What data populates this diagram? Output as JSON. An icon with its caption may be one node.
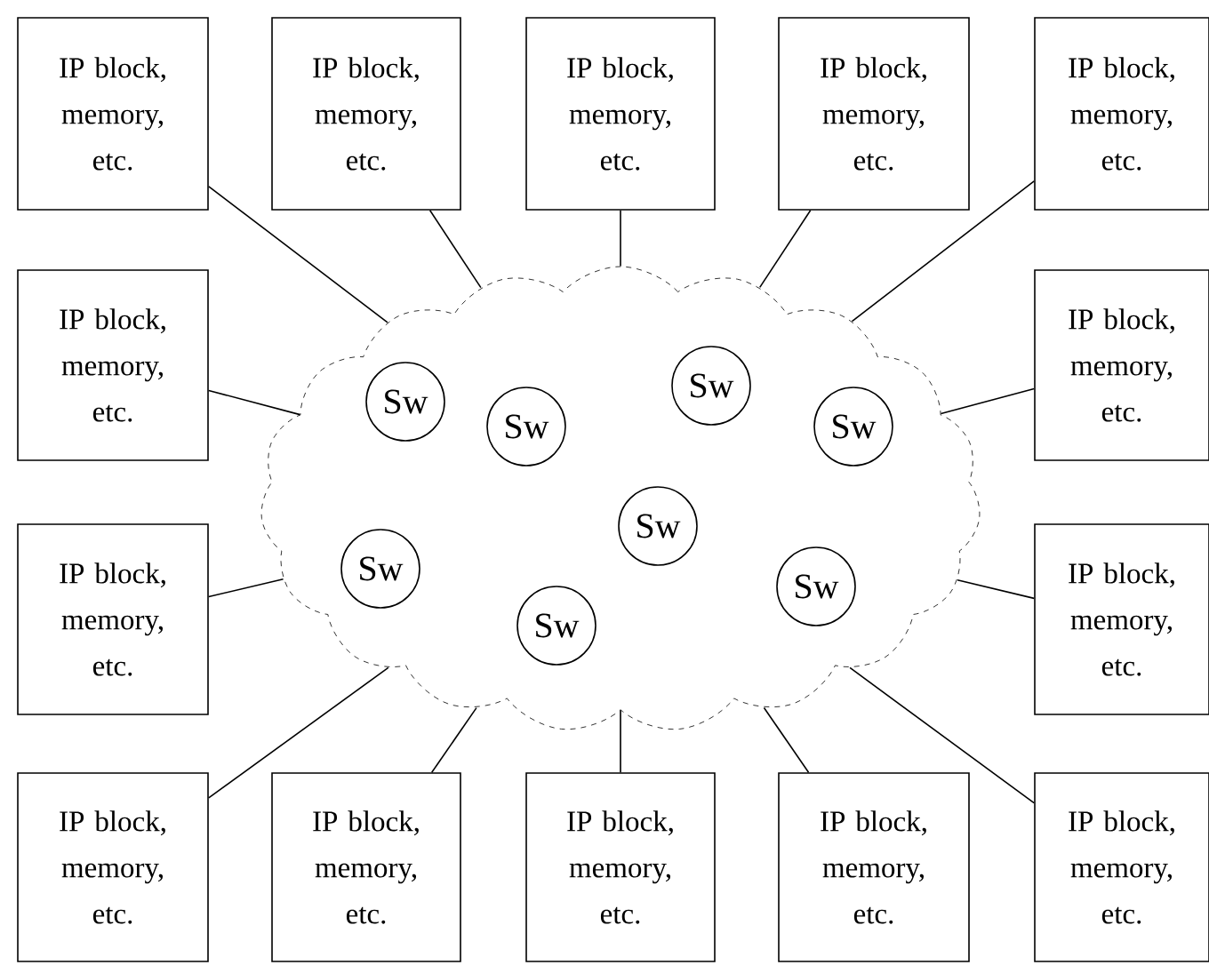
{
  "diagram": {
    "nodes": [
      {
        "text": [
          "IP block, memory, etc."
        ]
      },
      {
        "text": [
          "IP block, memory, etc."
        ]
      },
      {
        "text": [
          "IP block, memory, etc."
        ]
      },
      {
        "text": [
          "IP block, memory, etc."
        ]
      },
      {
        "text": [
          "IP block, memory, etc."
        ]
      },
      {
        "text": [
          "IP block, memory, etc."
        ]
      },
      {
        "text": [
          "IP block, memory, etc."
        ]
      },
      {
        "text": [
          "IP block, memory, etc."
        ]
      },
      {
        "text": [
          "IP block, memory, etc."
        ]
      },
      {
        "text": [
          "IP block, memory, etc."
        ]
      },
      {
        "text": [
          "IP block, memory, etc."
        ]
      },
      {
        "text": [
          "IP block, memory, etc."
        ]
      },
      {
        "text": [
          "IP block, memory, etc."
        ]
      },
      {
        "text": [
          "IP block, memory, etc."
        ]
      },
      {
        "text": [],
        "shape": "cloud"
      },
      {
        "text": [
          "Sw"
        ],
        "in": 14
      },
      {
        "text": [
          "Sw"
        ],
        "in": 14
      },
      {
        "text": [
          "Sw"
        ],
        "in": 14
      },
      {
        "text": [
          "Sw"
        ],
        "in": 14
      },
      {
        "text": [
          "Sw"
        ],
        "in": 14
      },
      {
        "text": [
          "Sw"
        ],
        "in": 14
      },
      {
        "text": [
          "Sw"
        ],
        "in": 14
      },
      {
        "text": [
          "Sw"
        ],
        "in": 14
      }
    ],
    "edges": [
      {
        "from": 0,
        "to": 14,
        "arrow": "none"
      },
      {
        "from": 1,
        "to": 14,
        "arrow": "none"
      },
      {
        "from": 2,
        "to": 14,
        "arrow": "none"
      },
      {
        "from": 3,
        "to": 14,
        "arrow": "none"
      },
      {
        "from": 4,
        "to": 14,
        "arrow": "none"
      },
      {
        "from": 5,
        "to": 14,
        "arrow": "none"
      },
      {
        "from": 6,
        "to": 14,
        "arrow": "none"
      },
      {
        "from": 7,
        "to": 14,
        "arrow": "none"
      },
      {
        "from": 8,
        "to": 14,
        "arrow": "none"
      },
      {
        "from": 9,
        "to": 14,
        "arrow": "none"
      },
      {
        "from": 10,
        "to": 14,
        "arrow": "none"
      },
      {
        "from": 11,
        "to": 14,
        "arrow": "none"
      },
      {
        "from": 12,
        "to": 14,
        "arrow": "none"
      },
      {
        "from": 13,
        "to": 14,
        "arrow": "none"
      }
    ]
  }
}
